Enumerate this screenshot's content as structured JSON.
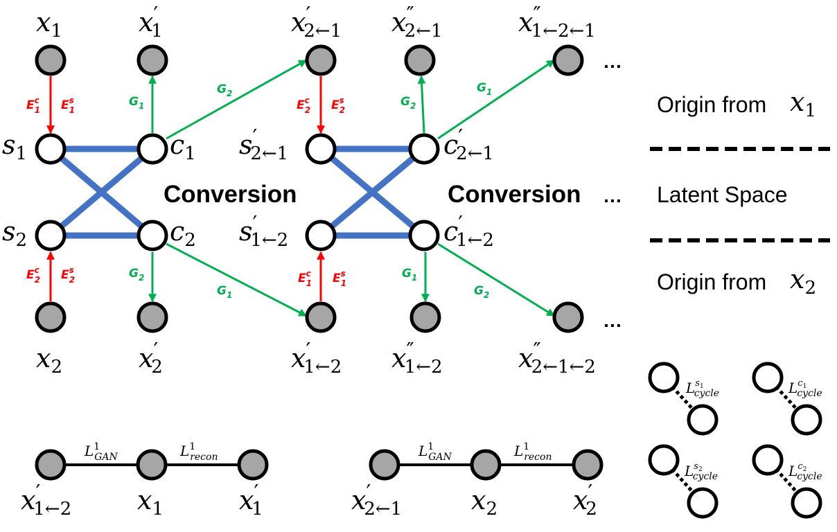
{
  "colors": {
    "encoder": "#ff0000",
    "generator": "#00b050",
    "latent_link": "#4472c4",
    "filled_node": "#a6a6a6"
  },
  "nodes": {
    "x1": {
      "base": "x",
      "sub": "1",
      "prime": ""
    },
    "x1p": {
      "base": "x",
      "sub": "1",
      "prime": "′"
    },
    "x21p": {
      "base": "x",
      "sub": "2←1",
      "prime": "′"
    },
    "x21pp": {
      "base": "x",
      "sub": "2←1",
      "prime": "″"
    },
    "x121pp": {
      "base": "x",
      "sub": "1←2←1",
      "prime": "″"
    },
    "s1": {
      "base": "s",
      "sub": "1",
      "prime": ""
    },
    "c1": {
      "base": "c",
      "sub": "1",
      "prime": ""
    },
    "s21p": {
      "base": "s",
      "sub": "2←1",
      "prime": "′"
    },
    "c21p": {
      "base": "c",
      "sub": "2←1",
      "prime": "′"
    },
    "s2": {
      "base": "s",
      "sub": "2",
      "prime": ""
    },
    "c2": {
      "base": "c",
      "sub": "2",
      "prime": ""
    },
    "s12p": {
      "base": "s",
      "sub": "1←2",
      "prime": "′"
    },
    "c12p": {
      "base": "c",
      "sub": "1←2",
      "prime": "′"
    },
    "x2": {
      "base": "x",
      "sub": "2",
      "prime": ""
    },
    "x2p": {
      "base": "x",
      "sub": "2",
      "prime": "′"
    },
    "x12p": {
      "base": "x",
      "sub": "1←2",
      "prime": "′"
    },
    "x12pp": {
      "base": "x",
      "sub": "1←2",
      "prime": "″"
    },
    "x212pp": {
      "base": "x",
      "sub": "2←1←2",
      "prime": "″"
    },
    "b1_left": {
      "base": "x",
      "sub": "1←2",
      "prime": "′"
    },
    "b1_mid": {
      "base": "x",
      "sub": "1",
      "prime": ""
    },
    "b1_right": {
      "base": "x",
      "sub": "1",
      "prime": "′"
    },
    "b2_left": {
      "base": "x",
      "sub": "2←1",
      "prime": "′"
    },
    "b2_mid": {
      "base": "x",
      "sub": "2",
      "prime": ""
    },
    "b2_right": {
      "base": "x",
      "sub": "2",
      "prime": "′"
    }
  },
  "edges": {
    "e1c": {
      "base": "E",
      "sub": "1",
      "sup": "c"
    },
    "e1s": {
      "base": "E",
      "sub": "1",
      "sup": "s"
    },
    "e2c": {
      "base": "E",
      "sub": "2",
      "sup": "c"
    },
    "e2s": {
      "base": "E",
      "sub": "2",
      "sup": "s"
    },
    "g1": {
      "base": "G",
      "sub": "1"
    },
    "g2": {
      "base": "G",
      "sub": "2"
    }
  },
  "labels": {
    "conversion": "Conversion",
    "ellipsis": "…",
    "legend_origin1": "Origin from",
    "legend_latent": "Latent Space",
    "legend_origin2": "Origin from",
    "legend_x1": {
      "base": "x",
      "sub": "1"
    },
    "legend_x2": {
      "base": "x",
      "sub": "2"
    }
  },
  "losses": {
    "gan": {
      "base": "L",
      "sup": "1",
      "sub": "GAN"
    },
    "recon": {
      "base": "L",
      "sup": "1",
      "sub": "recon"
    },
    "cyc_s1": {
      "base": "L",
      "sub": "cycle",
      "supbase": "s",
      "supsub": "1"
    },
    "cyc_c1": {
      "base": "L",
      "sub": "cycle",
      "supbase": "c",
      "supsub": "1"
    },
    "cyc_s2": {
      "base": "L",
      "sub": "cycle",
      "supbase": "s",
      "supsub": "2"
    },
    "cyc_c2": {
      "base": "L",
      "sub": "cycle",
      "supbase": "c",
      "supsub": "2"
    }
  }
}
